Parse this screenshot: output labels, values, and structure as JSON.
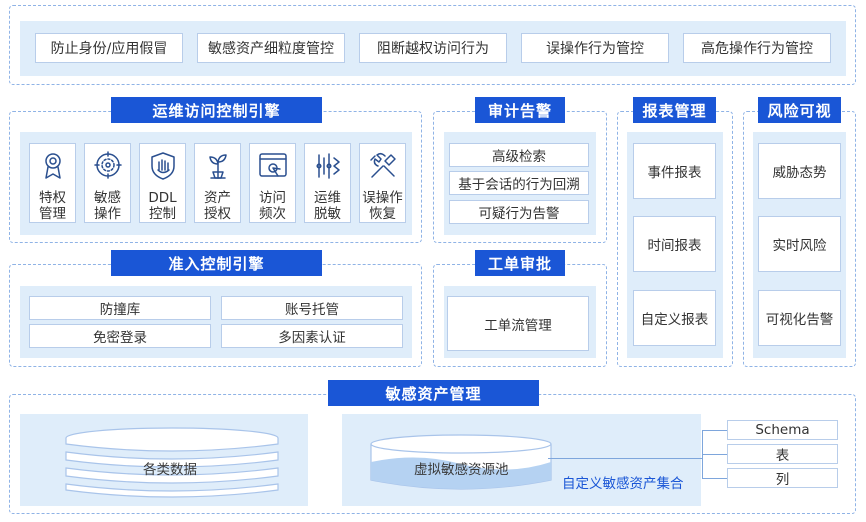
{
  "top_bar": {
    "items": [
      "防止身份/应用假冒",
      "敏感资产细粒度管控",
      "阻断越权访问行为",
      "误操作行为管控",
      "高危操作行为管控"
    ]
  },
  "ops_engine": {
    "title": "运维访问控制引擎",
    "tiles": [
      {
        "label": "特权\n管理",
        "icon": "badge-icon"
      },
      {
        "label": "敏感\n操作",
        "icon": "target-icon"
      },
      {
        "label": "DDL\n控制",
        "icon": "hand-shield-icon"
      },
      {
        "label": "资产\n授权",
        "icon": "plant-icon"
      },
      {
        "label": "访问\n频次",
        "icon": "click-window-icon"
      },
      {
        "label": "运维\n脱敏",
        "icon": "mask-data-icon"
      },
      {
        "label": "误操作\n恢复",
        "icon": "tools-icon"
      }
    ]
  },
  "audit": {
    "title": "审计告警",
    "items": [
      "高级检索",
      "基于会话的行为回溯",
      "可疑行为告警"
    ]
  },
  "report": {
    "title": "报表管理",
    "items": [
      "事件报表",
      "时间报表",
      "自定义报表"
    ]
  },
  "risk": {
    "title": "风险可视",
    "items": [
      "威胁态势",
      "实时风险",
      "可视化告警"
    ]
  },
  "access_engine": {
    "title": "准入控制引擎",
    "items": [
      "防撞库",
      "账号托管",
      "免密登录",
      "多因素认证"
    ]
  },
  "ticket": {
    "title": "工单审批",
    "item": "工单流管理"
  },
  "assets": {
    "title": "敏感资产管理",
    "db_label": "各类数据",
    "pool_label": "虚拟敏感资源池",
    "set_label": "自定义敏感资产集合",
    "set_items": [
      "Schema",
      "表",
      "列"
    ]
  },
  "colors": {
    "accent": "#1a56d6",
    "panel": "#dfedfa",
    "border": "#8fb3e6"
  }
}
